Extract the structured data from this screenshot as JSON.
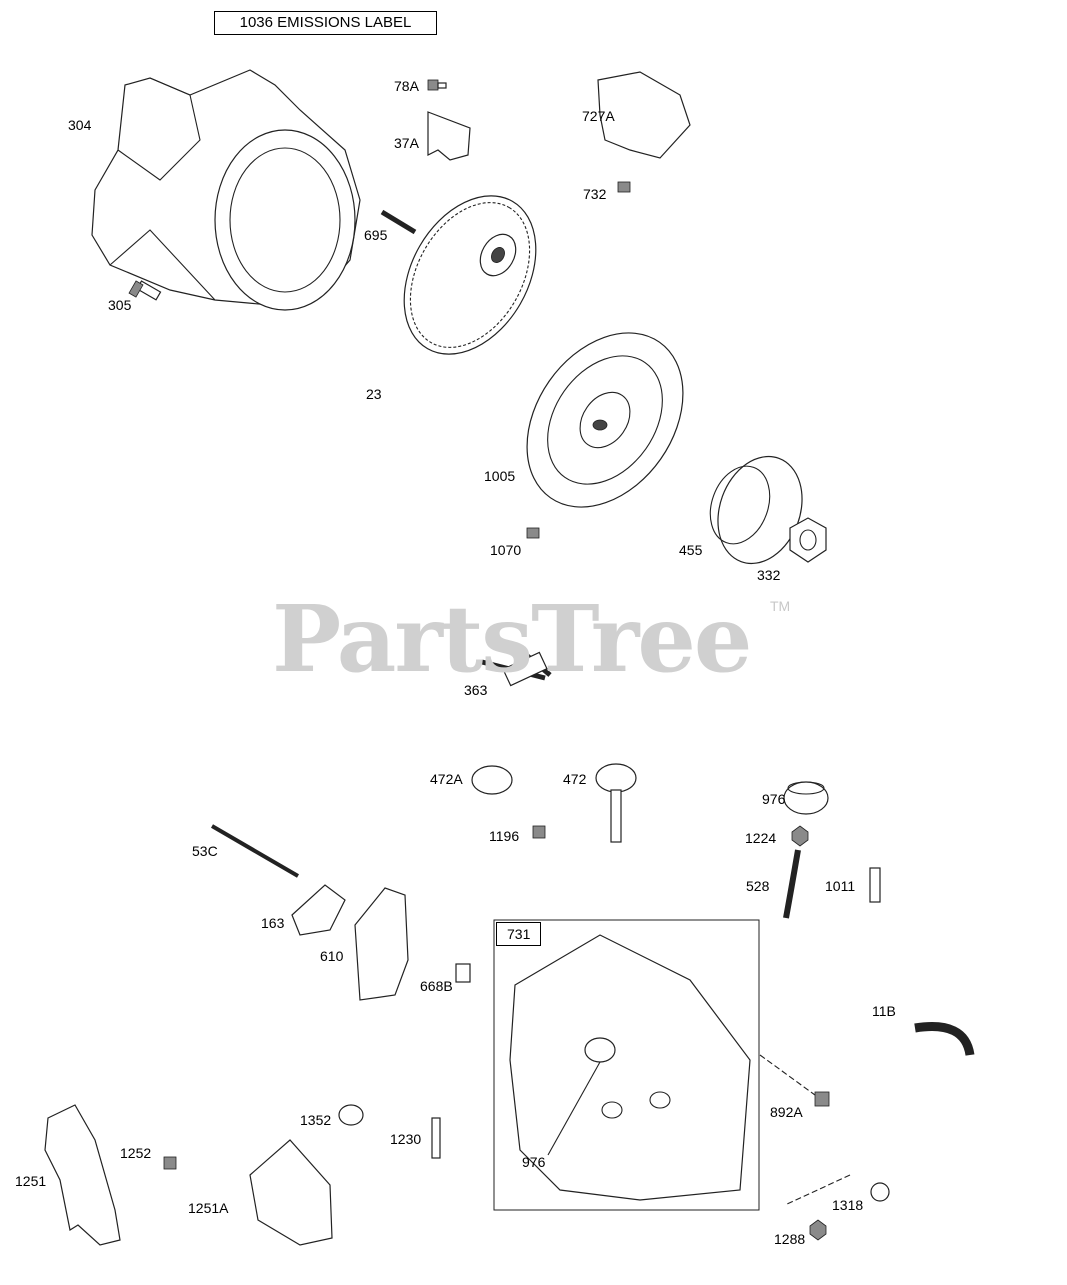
{
  "labels": {
    "emissions_label": "1036 EMISSIONS LABEL",
    "p304": "304",
    "p305": "305",
    "p78A": "78A",
    "p37A": "37A",
    "p727A": "727A",
    "p732": "732",
    "p695": "695",
    "p23": "23",
    "p1005": "1005",
    "p1070": "1070",
    "p455": "455",
    "p332": "332",
    "p363": "363",
    "p472A": "472A",
    "p472": "472",
    "p1196": "1196",
    "p976a": "976",
    "p1224": "1224",
    "p528": "528",
    "p1011": "1011",
    "p53C": "53C",
    "p163": "163",
    "p610": "610",
    "p668B": "668B",
    "p731": "731",
    "p11B": "11B",
    "p892A": "892A",
    "p976b": "976",
    "p1352": "1352",
    "p1230": "1230",
    "p1252": "1252",
    "p1251": "1251",
    "p1251A": "1251A",
    "p1318": "1318",
    "p1288": "1288"
  },
  "watermark": {
    "text": "PartsTree",
    "tm": "TM",
    "color": "#d0d0d0"
  }
}
